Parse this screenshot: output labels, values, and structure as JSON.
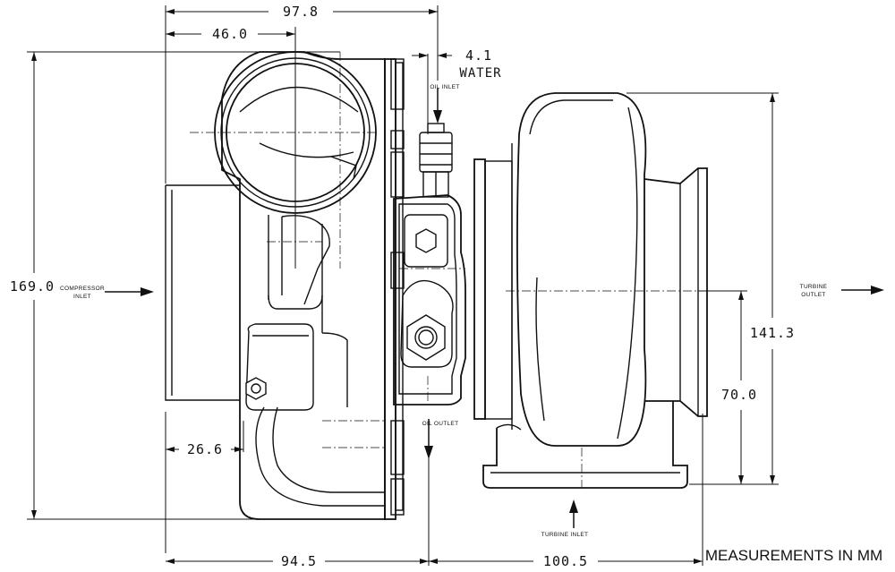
{
  "dimensions": {
    "overall_width_top": "97.8",
    "compressor_inlet_offset": "46.0",
    "water_port_offset": "4.1",
    "overall_height": "169.0",
    "turbine_height": "141.3",
    "turbine_outlet_center": "70.0",
    "compressor_outlet_offset": "26.6",
    "bottom_left_width": "94.5",
    "bottom_right_width": "100.5"
  },
  "labels": {
    "water": "WATER",
    "oil_inlet": "OIL INLET",
    "oil_outlet": "OIL OUTLET",
    "compressor_inlet_line1": "COMPRESSOR",
    "compressor_inlet_line2": "INLET",
    "turbine_outlet_line1": "TURBINE",
    "turbine_outlet_line2": "OUTLET",
    "turbine_inlet": "TURBINE INLET"
  },
  "note": "MEASUREMENTS IN MM"
}
